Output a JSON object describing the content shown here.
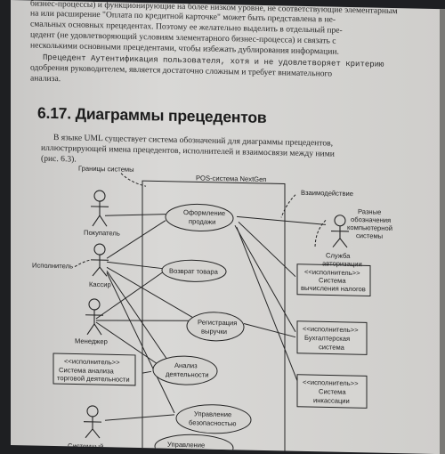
{
  "top_lines": [
    "бизнес-процессы) и функционирующие на более низком уровне, не соответствующие элементарным",
    "на или расширение \"Оплата по кредитной карточке\" может быть представлена в не-",
    "смальных основных прецедентах. Поэтому ее желательно выделить в отдельный пре-",
    "цедент (не удовлетворяющий условиям элементарного бизнес-процесса) и связать с",
    "несколькими основными прецедентами, чтобы избежать дублирования информации.",
    "Прецедент Аутентификация пользователя, хотя и не удовлетворяет критерию",
    "одобрения руководителем, является достаточно сложным и требует внимательного",
    "анализа."
  ],
  "heading": "6.17. Диаграммы прецедентов",
  "intro_lines": [
    "В языке UML существует система обозначений для диаграммы прецедентов,",
    "иллюстрирующей имена прецедентов, исполнителей и взаимосвязи между ними",
    "(рис. 6.3)."
  ],
  "diagram": {
    "system_boundary_label": "Границы системы",
    "system_name": "POS-система NextGen",
    "interaction_label": "Взаимодействие",
    "actor_label_note": "Исполнитель",
    "various_notations_note": [
      "Разные",
      "обозначения",
      "компьютерной",
      "системы"
    ],
    "actors": {
      "buyer": "Покупатель",
      "cashier": "Кассир",
      "manager": "Менеджер",
      "sysadmin": "Системный",
      "auth_service": [
        "Служба",
        "авторизации"
      ]
    },
    "use_cases": {
      "sale": [
        "Оформление",
        "продажи"
      ],
      "return": "Возврат товара",
      "revenue": [
        "Регистрация",
        "выручки"
      ],
      "analysis": [
        "Анализ",
        "деятельности"
      ],
      "security": [
        "Управление",
        "безопасностью"
      ],
      "manage": "Управление"
    },
    "systems": {
      "tax": [
        "<<исполнитель>>",
        "Система",
        "вычисления налогов"
      ],
      "accounting": [
        "<<исполнитель>>",
        "Бухгалтерская",
        "система"
      ],
      "collection": [
        "<<исполнитель>>",
        "Система",
        "инкассации"
      ],
      "analysis_sys": [
        "<<исполнитель>>",
        "Система анализа",
        "торговой деятельности"
      ]
    }
  }
}
